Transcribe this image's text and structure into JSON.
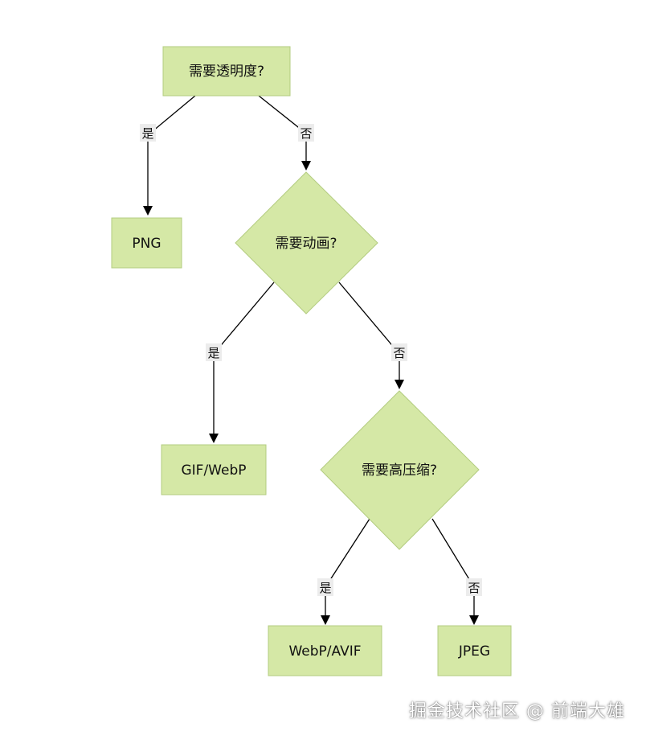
{
  "colors": {
    "node_fill": "#d5e8a6",
    "node_stroke": "#b3cc80",
    "edge": "#000000",
    "label_bg": "#ececec"
  },
  "nodes": {
    "need_transparency": "需要透明度?",
    "png": "PNG",
    "need_animation": "需要动画?",
    "gif_webp": "GIF/WebP",
    "need_high_compression": "需要高压缩?",
    "webp_avif": "WebP/AVIF",
    "jpeg": "JPEG"
  },
  "edge_labels": {
    "yes": "是",
    "no": "否"
  },
  "watermark": "掘金技术社区 @ 前端大雄"
}
